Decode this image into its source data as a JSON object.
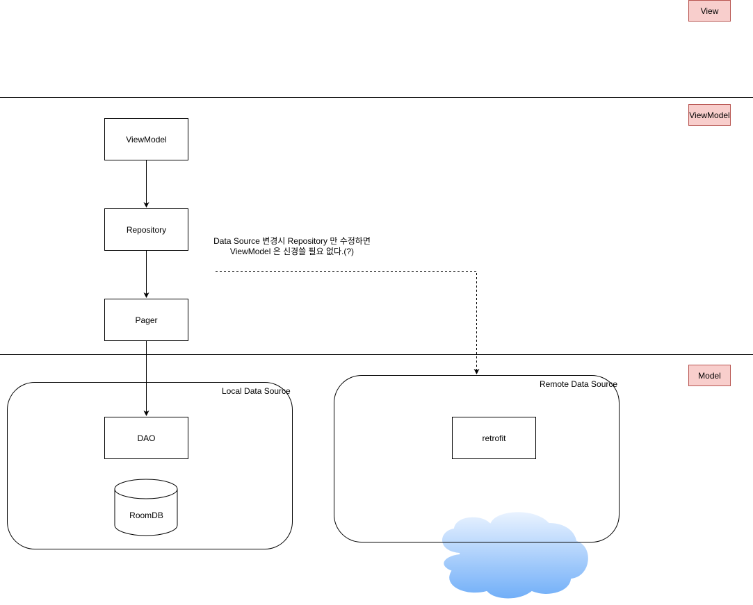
{
  "layers": {
    "view": "View",
    "viewmodel": "ViewModel",
    "model": "Model"
  },
  "nodes": {
    "viewmodel": "ViewModel",
    "repository": "Repository",
    "pager": "Pager",
    "dao": "DAO",
    "retrofit": "retrofit",
    "roomdb": "RoomDB"
  },
  "groups": {
    "local": "Local Data Source",
    "remote": "Remote Data Source"
  },
  "note": {
    "line1": "Data Source 변경시 Repository 만 수정하면",
    "line2": "ViewModel 은 신경쓸 필요 없다.(?)"
  },
  "colors": {
    "layer_fill": "#f8cecc",
    "layer_stroke": "#b85450",
    "cloud_top": "#eaf3ff",
    "cloud_bottom": "#70aef8"
  }
}
